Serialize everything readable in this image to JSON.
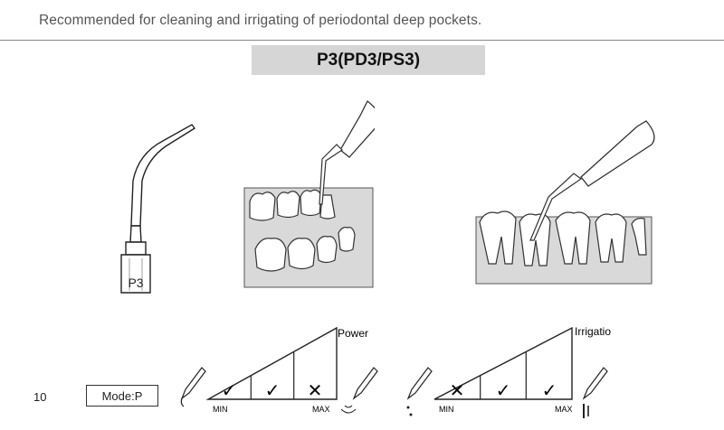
{
  "header": {
    "text": "Recommended for cleaning and irrigating of periodontal deep pockets."
  },
  "model": {
    "title": "P3(PD3/PS3)",
    "tip_marking": "P3"
  },
  "footer": {
    "page_number": "10",
    "mode": "Mode:P"
  },
  "power_scale": {
    "title": "Power",
    "min_label": "MIN",
    "max_label": "MAX",
    "steps": [
      "check",
      "check",
      "cross"
    ]
  },
  "irrigation_scale": {
    "title": "Irrigation",
    "min_label": "MIN",
    "max_label": "MAX",
    "steps": [
      "cross",
      "check",
      "check"
    ]
  },
  "colors": {
    "banner": "#d6d6d6",
    "gum": "#d9d9d9",
    "rule": "#8a8a8a"
  }
}
